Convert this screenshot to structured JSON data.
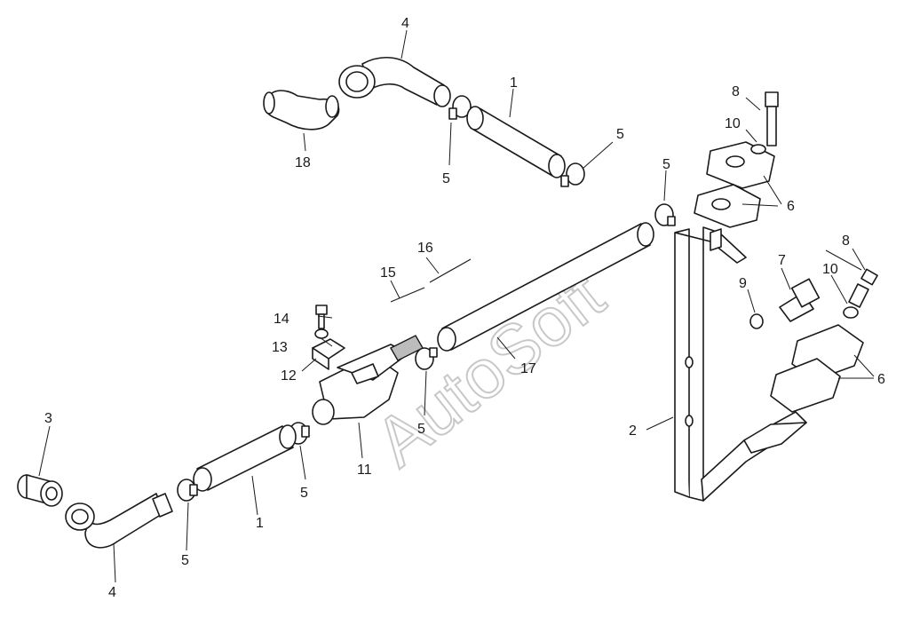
{
  "watermark": "AutoSoft",
  "callouts": {
    "c1a": "1",
    "c1b": "1",
    "c2": "2",
    "c3": "3",
    "c4a": "4",
    "c4b": "4",
    "c5a": "5",
    "c5b": "5",
    "c5c": "5",
    "c5d": "5",
    "c5e": "5",
    "c5f": "5",
    "c6a": "6",
    "c6b": "6",
    "c7": "7",
    "c8a": "8",
    "c8b": "8",
    "c9": "9",
    "c10a": "10",
    "c10b": "10",
    "c11": "11",
    "c12": "12",
    "c13": "13",
    "c14": "14",
    "c15": "15",
    "c16": "16",
    "c17": "17",
    "c18": "18"
  }
}
